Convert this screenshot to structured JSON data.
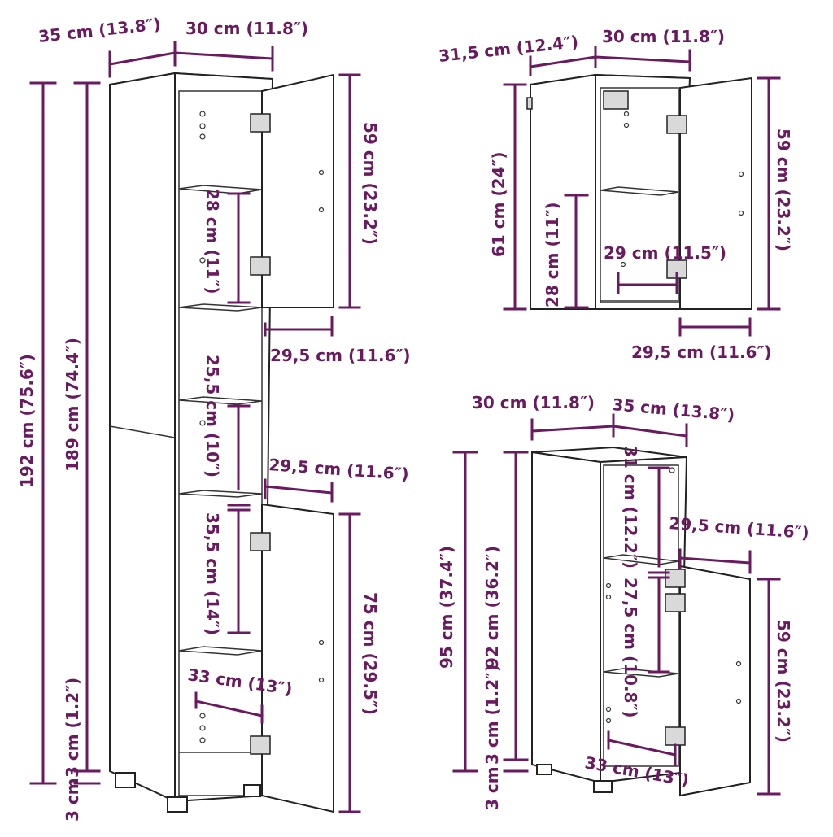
{
  "colors": {
    "dimension": "#6a1b60",
    "outline": "#222222",
    "background": "#ffffff"
  },
  "tall_cabinet": {
    "depth_side": "35 cm (13.8″)",
    "width_top": "30 cm (11.8″)",
    "total_height": "192 cm (75.6″)",
    "body_height": "189 cm (74.4″)",
    "leg_height_in": "3 cm (1.2″)",
    "leg_height_cm": "3 cm",
    "upper_door_height": "59 cm (23.2″)",
    "upper_shelf_gap": "28 cm (11″)",
    "upper_door_width": "29,5 cm (11.6″)",
    "middle_gap": "25,5 cm (10″)",
    "lower_door_width": "29,5 cm (11.6″)",
    "lower_shelf_gap": "35,5 cm (14″)",
    "lower_door_height": "75 cm (29.5″)",
    "inner_depth": "33 cm (13″)"
  },
  "wall_cabinet": {
    "depth_side": "31,5 cm (12.4″)",
    "width_top": "30 cm (11.8″)",
    "height": "61 cm (24″)",
    "shelf_gap": "28 cm (11″)",
    "inner_depth": "29 cm (11.5″)",
    "door_height": "59 cm (23.2″)",
    "door_width": "29,5 cm (11.6″)"
  },
  "low_cabinet": {
    "width_top": "30 cm (11.8″)",
    "depth_side": "35 cm (13.8″)",
    "upper_gap": "31 cm (12.2″)",
    "door_width": "29,5 cm (11.6″)",
    "total_height": "95 cm (37.4″)",
    "body_height": "92 cm (36.2″)",
    "leg_height_in": "3 cm (1.2″)",
    "leg_height_cm": "3 cm",
    "lower_gap": "27,5 cm (10.8″)",
    "door_height": "59 cm (23.2″)",
    "inner_depth": "33 cm (13″)"
  }
}
